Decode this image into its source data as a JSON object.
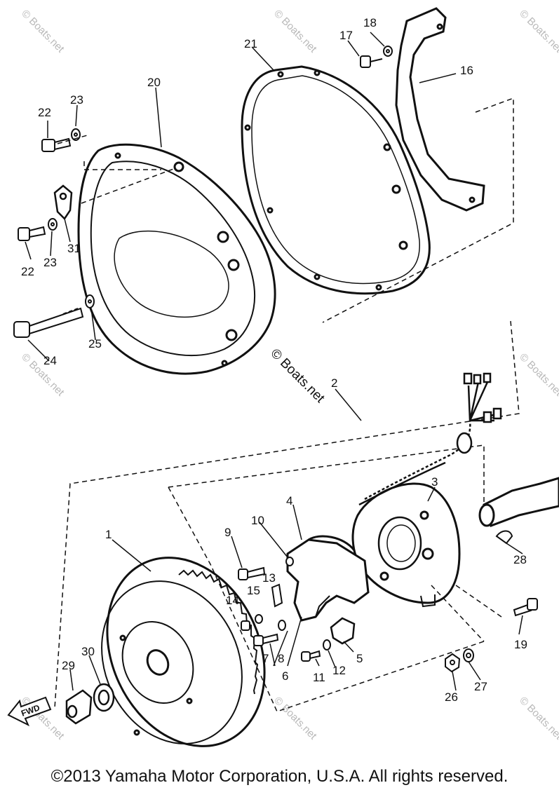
{
  "watermark": "© Boats.net",
  "copyright": "©2013 Yamaha Motor Corporation, U.S.A. All rights reserved.",
  "direction_label": "FWD",
  "callouts": {
    "c1": "1",
    "c2": "2",
    "c3": "3",
    "c4": "4",
    "c5": "5",
    "c6": "6",
    "c7": "7",
    "c8": "8",
    "c9": "9",
    "c10": "10",
    "c11": "11",
    "c12": "12",
    "c13": "13",
    "c14": "14",
    "c15": "15",
    "c16": "16",
    "c17": "17",
    "c18": "18",
    "c19": "19",
    "c20": "20",
    "c21": "21",
    "c22a": "22",
    "c22b": "22",
    "c23a": "23",
    "c23b": "23",
    "c24": "24",
    "c25": "25",
    "c26": "26",
    "c27": "27",
    "c28": "28",
    "c29": "29",
    "c30": "30",
    "c31": "31"
  }
}
